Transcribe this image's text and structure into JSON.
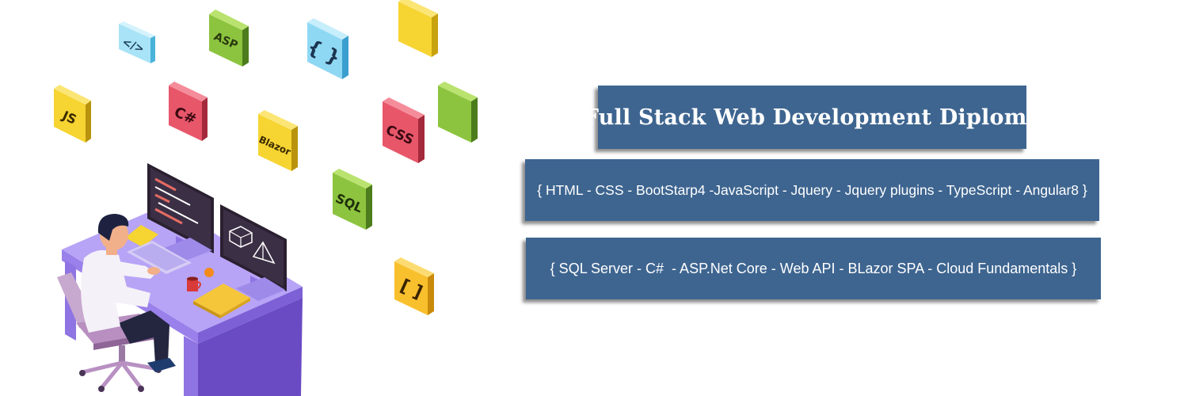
{
  "banner": {
    "title": "Full Stack Web Development Diploma",
    "line1": "{ HTML - CSS - BootStarp4 -JavaScript - Jquery - Jquery plugins - TypeScript - Angular8 }",
    "line2": "{ SQL Server - C#  - ASP.Net Core - Web API - BLazor SPA - Cloud Fundamentals }"
  },
  "cubes": {
    "html": "</>",
    "asp": "ASP",
    "braces": "{ }",
    "js": "JS",
    "csharp": "C#",
    "blazor": "Blazor",
    "css": "CSS",
    "sql": "SQL",
    "brackets": "[ ]"
  },
  "colors": {
    "banner": "#3e6590",
    "desk": "#a78ef0",
    "desk_side": "#6a4bc4"
  },
  "icons": [
    "developer-illustration",
    "monitor-icon",
    "keyboard-icon",
    "mug-icon",
    "notebook-icon",
    "chair-icon"
  ]
}
